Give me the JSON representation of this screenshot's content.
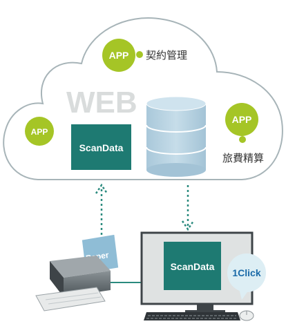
{
  "colors": {
    "app_green": "#a5c526",
    "teal": "#1e7a72",
    "teal_dotted": "#2a8a7e",
    "cloud_outline": "#a7b4b8",
    "database": "#b6d2e2",
    "web_text": "#d9dcdc",
    "click_bubble": "#ddeef4",
    "click_text": "#1a6aa8",
    "paper": "#8fbdd6",
    "monitor_frame": "#dfe2e2",
    "device_dark": "#3e4448"
  },
  "cloud": {
    "web_label": "WEB",
    "app_top": {
      "label": "APP",
      "service": "契約管理"
    },
    "app_left": {
      "label": "APP"
    },
    "app_right": {
      "label": "APP",
      "service": "旅費精算"
    },
    "scandata_box": {
      "label": "ScanData"
    },
    "database_icon": "database-cylinder-icon"
  },
  "scanner": {
    "paper_label": "Paper",
    "icon": "scanner-icon"
  },
  "computer": {
    "scandata_box": {
      "label": "ScanData"
    },
    "click_bubble": {
      "label": "1Click"
    },
    "icons": [
      "monitor-icon",
      "keyboard-icon",
      "mouse-icon"
    ]
  }
}
